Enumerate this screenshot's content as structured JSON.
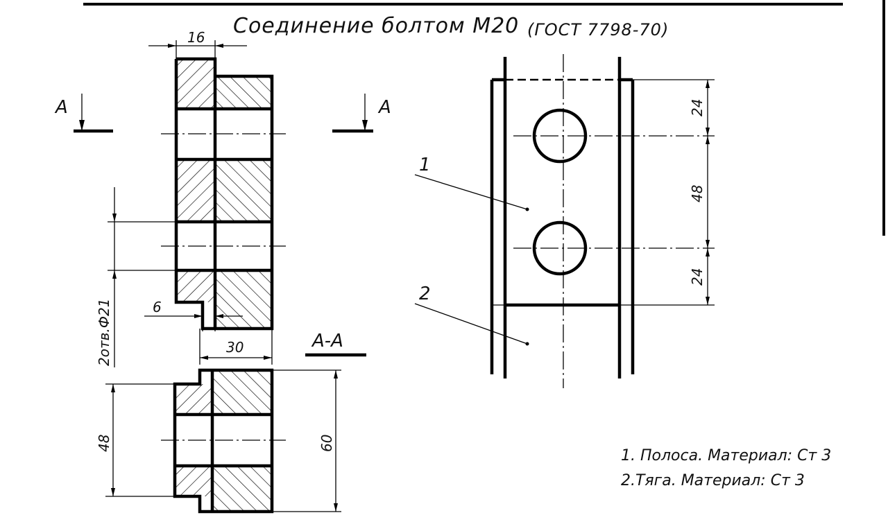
{
  "drawing": {
    "title_main": "Соединение болтом М20",
    "title_std": "(ГОСТ 7798-70)",
    "section_label_left": "А",
    "section_label_right": "А",
    "section_title": "А-А"
  },
  "dimensions": {
    "plate_thickness": "16",
    "step": "6",
    "total_thickness": "30",
    "holes": "2отв.Ф21",
    "section_width": "48",
    "section_height": "60",
    "pitch_top": "24",
    "pitch_middle": "48",
    "pitch_bottom": "24"
  },
  "callouts": {
    "part1": "1",
    "part2": "2"
  },
  "notes": [
    "1. Полоса. Материал: Ст 3",
    "2.Тяга.   Материал: Ст 3"
  ]
}
